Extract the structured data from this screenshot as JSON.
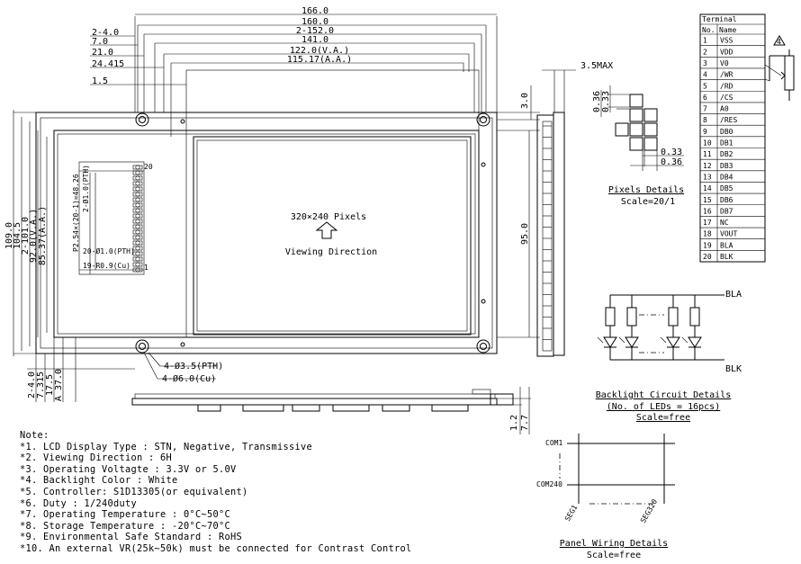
{
  "top_dims": [
    "166.0",
    "160.0",
    "2-152.0",
    "141.0",
    "122.0(V.A.)",
    "115.17(A.A.)"
  ],
  "left_top_dims": [
    "2-4.0",
    "7.0",
    "21.0",
    "24.415",
    "1.5"
  ],
  "left_vert_dims": [
    "109.0",
    "104.5",
    "2-101.0",
    "92.0(V.A.)",
    "85.37(A.A.)"
  ],
  "bottom_left_dims": [
    "2-4.0",
    "7.315",
    "17.5",
    "A 37.0"
  ],
  "right_dims": {
    "h1": "3.5MAX",
    "v1": "3.0",
    "v2": "95.0",
    "v3": "1.2",
    "v4": "7.7"
  },
  "hole_labels": [
    "4-Ø3.5(PTH)",
    "4-Ø6.0(Cu)"
  ],
  "connector_labels": [
    "P2.54×(20-1)=48.26",
    "2-Ø1.0(PTH)",
    "20-Ø1.0(PTH)",
    "19-R0.9(Cu)",
    "20",
    "1"
  ],
  "center": {
    "pixels": "320×240 Pixels",
    "direction": "Viewing Direction"
  },
  "pixel_details": {
    "title": "Pixels Details",
    "scale": "Scale=20/1",
    "dims": [
      "0.36",
      "0.33",
      "0.33",
      "0.36"
    ]
  },
  "terminal": {
    "title": "Terminal",
    "headers": [
      "No.",
      "Name"
    ],
    "rows": [
      [
        "1",
        "VSS"
      ],
      [
        "2",
        "VDD"
      ],
      [
        "3",
        "V0"
      ],
      [
        "4",
        "/WR"
      ],
      [
        "5",
        "/RD"
      ],
      [
        "6",
        "/CS"
      ],
      [
        "7",
        "A0"
      ],
      [
        "8",
        "/RES"
      ],
      [
        "9",
        "DB0"
      ],
      [
        "10",
        "DB1"
      ],
      [
        "11",
        "DB2"
      ],
      [
        "12",
        "DB3"
      ],
      [
        "13",
        "DB4"
      ],
      [
        "14",
        "DB5"
      ],
      [
        "15",
        "DB6"
      ],
      [
        "16",
        "DB7"
      ],
      [
        "17",
        "NC"
      ],
      [
        "18",
        "VOUT"
      ],
      [
        "19",
        "BLA"
      ],
      [
        "20",
        "BLK"
      ]
    ]
  },
  "backlight": {
    "bla": "BLA",
    "blk": "BLK",
    "title": "Backlight Circuit Details",
    "sub": "(No. of LEDs = 16pcs)",
    "scale": "Scale=free"
  },
  "wiring": {
    "com1": "COM1",
    "com240": "COM240",
    "seg1": "SEG1",
    "seg320": "SEG320",
    "title": "Panel Wiring Details",
    "scale": "Scale=free"
  },
  "notes": [
    "Note:",
    "*1. LCD Display Type : STN, Negative, Transmissive",
    "*2. Viewing Direction : 6H",
    "*3. Operating Voltagte : 3.3V or 5.0V",
    "*4. Backlight Color : White",
    "*5. Controller: S1D13305(or equivalent)",
    "*6. Duty : 1/240duty",
    "*7. Operating Temperature : 0°C~50°C",
    "*8. Storage Temperature : -20°C~70°C",
    "*9. Environmental Safe Standard : RoHS",
    "*10. An external VR(25k~50k) must be connected for Contrast Control"
  ]
}
